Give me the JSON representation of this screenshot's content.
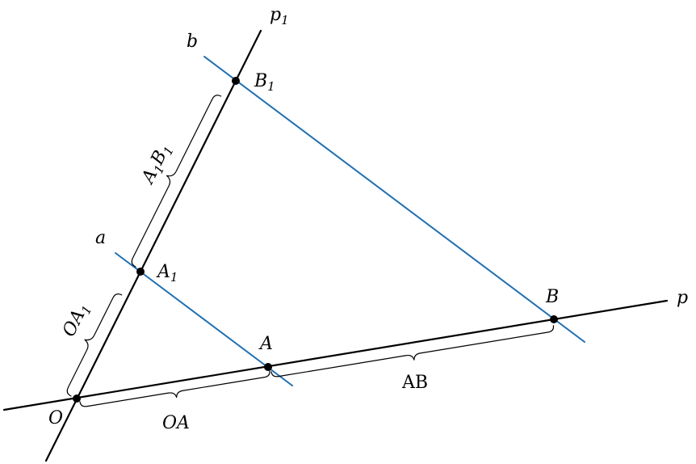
{
  "colors": {
    "parallel": "#1f6fb2",
    "ray": "#000000"
  },
  "labels": {
    "p1": {
      "main": "p",
      "sub": "1"
    },
    "p": {
      "main": "p"
    },
    "a": {
      "main": "a"
    },
    "b": {
      "main": "b"
    },
    "O": {
      "main": "O"
    },
    "A": {
      "main": "A"
    },
    "B": {
      "main": "B"
    },
    "A1": {
      "main": "A",
      "sub": "1"
    },
    "B1": {
      "main": "B",
      "sub": "1"
    },
    "OA": {
      "main": "OA"
    },
    "AB": {
      "main": "AB"
    },
    "OA1": {
      "main": "OA",
      "sub": "1"
    },
    "A1B1": {
      "a": "A",
      "s1": "1",
      "b": "B",
      "s2": "1"
    }
  }
}
